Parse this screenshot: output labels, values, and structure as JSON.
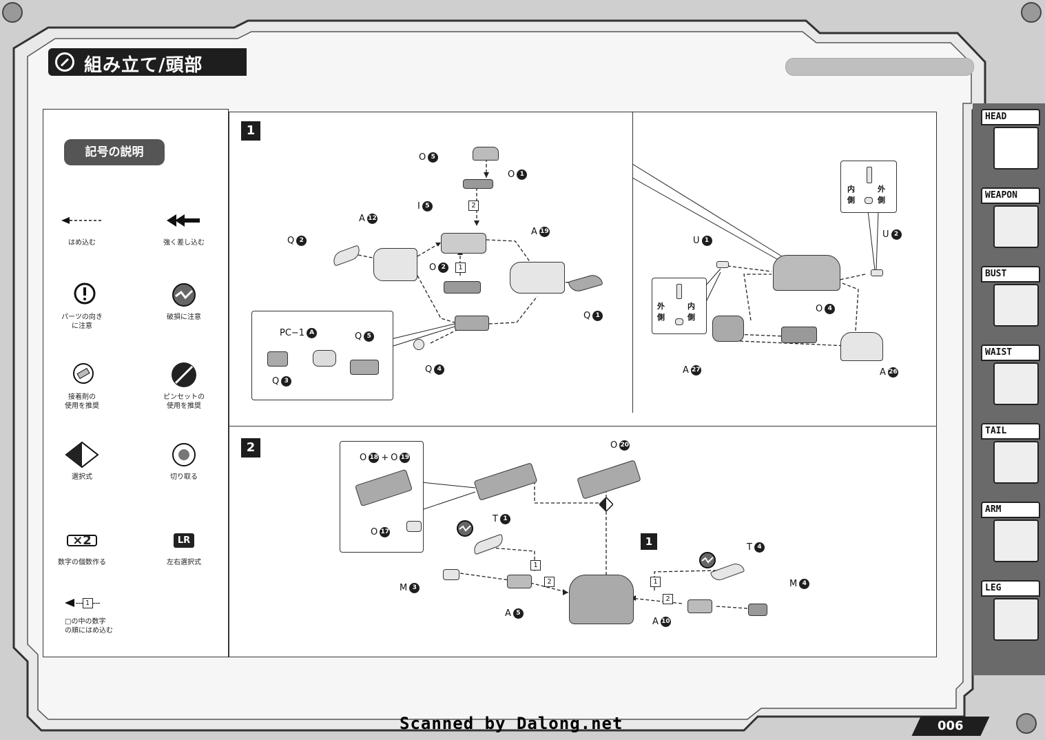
{
  "header": {
    "title": "組み立て/頭部"
  },
  "legend": {
    "title": "記号の説明",
    "items": [
      {
        "id": "insert",
        "label": "はめ込む",
        "icon": "dashed-arrow-icon"
      },
      {
        "id": "press",
        "label": "強く差し込む",
        "icon": "double-arrow-icon"
      },
      {
        "id": "orientation",
        "label": "パーツの向き\nに注意",
        "icon": "exclamation-icon"
      },
      {
        "id": "damage",
        "label": "破損に注意",
        "icon": "broken-icon"
      },
      {
        "id": "glue",
        "label": "接着剤の\n使用を推奨",
        "icon": "glue-icon"
      },
      {
        "id": "tweezers",
        "label": "ピンセットの\n使用を推奨",
        "icon": "tweezers-icon"
      },
      {
        "id": "select",
        "label": "選択式",
        "icon": "diamond-icon"
      },
      {
        "id": "cut",
        "label": "切り取る",
        "icon": "scissors-icon"
      },
      {
        "id": "multiply",
        "label": "数字の個数作る",
        "icon_text": "×2"
      },
      {
        "id": "lr",
        "label": "左右選択式",
        "icon_text": "LR"
      },
      {
        "id": "order",
        "label": "□の中の数字\nの順にはめ込む",
        "icon_text": "1"
      }
    ]
  },
  "steps": {
    "step1": {
      "number": "1"
    },
    "step2": {
      "number": "2"
    }
  },
  "labels": {
    "o5": "O",
    "o5n": "5",
    "o1": "O",
    "o1n": "1",
    "i5": "I",
    "i5n": "5",
    "a12": "A",
    "a12n": "12",
    "a19": "A",
    "a19n": "19",
    "q2": "Q",
    "q2n": "2",
    "o2": "O",
    "o2n": "2",
    "q1": "Q",
    "q1n": "1",
    "q4": "Q",
    "q4n": "4",
    "pc1": "PC−1",
    "pc1n": "A",
    "q5": "Q",
    "q5n": "5",
    "q3": "Q",
    "q3n": "3",
    "u1": "U",
    "u1n": "1",
    "u2": "U",
    "u2n": "2",
    "o4": "O",
    "o4n": "4",
    "a27": "A",
    "a27n": "27",
    "a26": "A",
    "a26n": "26",
    "o18": "O",
    "o18n": "18",
    "plus": "+",
    "o19": "O",
    "o19n": "19",
    "o20": "O",
    "o20n": "20",
    "o17": "O",
    "o17n": "17",
    "t1": "T",
    "t1n": "1",
    "t4": "T",
    "t4n": "4",
    "m3": "M",
    "m3n": "3",
    "m4": "M",
    "m4n": "4",
    "a5": "A",
    "a5n": "5",
    "a10": "A",
    "a10n": "10",
    "seq1": "1",
    "seq2": "2",
    "sub1": "1"
  },
  "orientation_notes": {
    "inner": "内\n側",
    "outer": "外\n側"
  },
  "sidebar": {
    "tabs": [
      {
        "label": "HEAD",
        "active": true
      },
      {
        "label": "WEAPON",
        "active": false
      },
      {
        "label": "BUST",
        "active": false
      },
      {
        "label": "WAIST",
        "active": false
      },
      {
        "label": "TAIL",
        "active": false
      },
      {
        "label": "ARM",
        "active": false
      },
      {
        "label": "LEG",
        "active": false
      }
    ]
  },
  "footer": {
    "credit": "Scanned by Dalong.net",
    "page": "006"
  }
}
